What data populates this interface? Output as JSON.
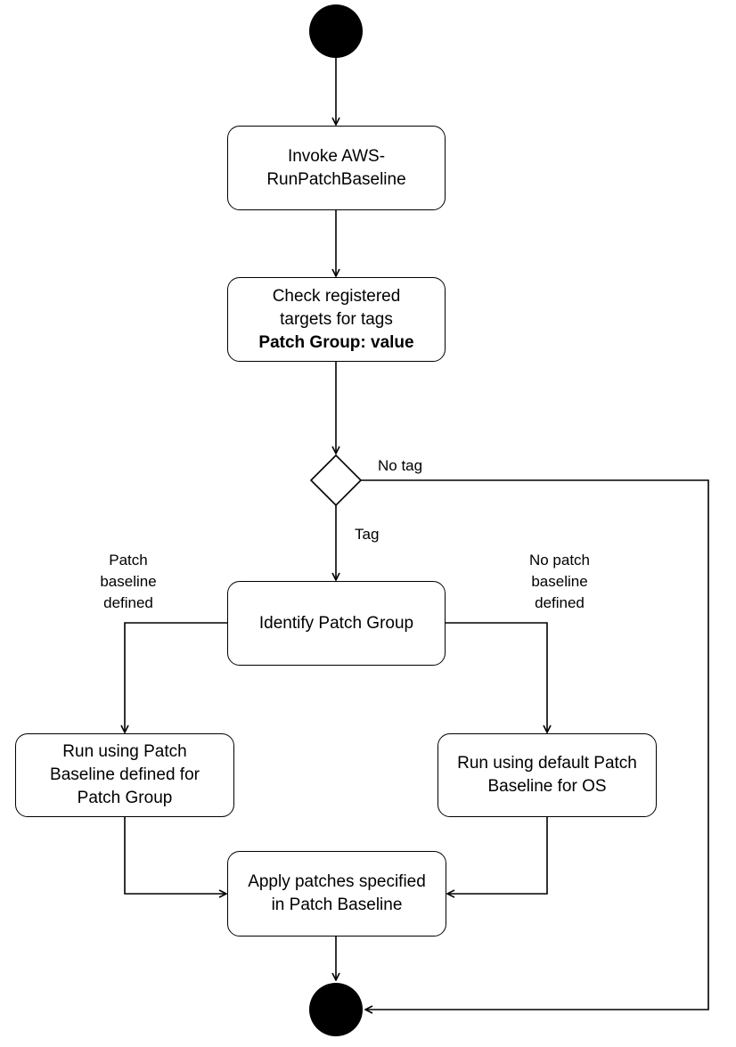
{
  "nodes": {
    "invoke": {
      "line1": "Invoke AWS-",
      "line2": "RunPatchBaseline"
    },
    "check": {
      "line1": "Check registered",
      "line2": "targets for tags",
      "line3_bold": "Patch Group: value"
    },
    "identify": {
      "label": "Identify Patch Group"
    },
    "run_defined": {
      "line1": "Run using Patch",
      "line2": "Baseline defined for",
      "line3": "Patch Group"
    },
    "run_default": {
      "line1": "Run using default Patch",
      "line2": "Baseline for OS"
    },
    "apply": {
      "line1": "Apply patches specified",
      "line2": "in Patch Baseline"
    }
  },
  "edge_labels": {
    "no_tag": "No tag",
    "tag": "Tag",
    "baseline_defined": {
      "line1": "Patch",
      "line2": "baseline",
      "line3": "defined"
    },
    "no_baseline_defined": {
      "line1": "No patch",
      "line2": "baseline",
      "line3": "defined"
    }
  },
  "colors": {
    "line": "#000000",
    "node_fill": "#ffffff",
    "terminal_fill": "#000000"
  }
}
